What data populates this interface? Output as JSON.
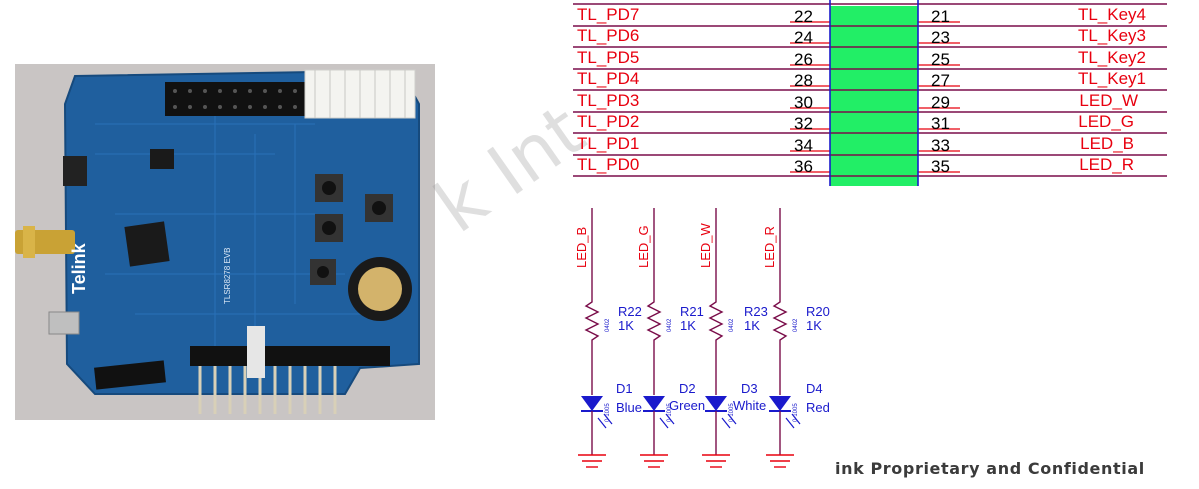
{
  "photo": {
    "board_brand": "Telink",
    "board_silk": "TLSR8278 EVB",
    "colors": {
      "pcb": "#1f5f9e",
      "background": "#c9c5c4",
      "header": "#111111",
      "connector": "#f4f4f0"
    }
  },
  "watermark": "k Int",
  "connector": {
    "left_rows": [
      {
        "net": "TL_PD7",
        "pin": "22"
      },
      {
        "net": "TL_PD6",
        "pin": "24"
      },
      {
        "net": "TL_PD5",
        "pin": "26"
      },
      {
        "net": "TL_PD4",
        "pin": "28"
      },
      {
        "net": "TL_PD3",
        "pin": "30"
      },
      {
        "net": "TL_PD2",
        "pin": "32"
      },
      {
        "net": "TL_PD1",
        "pin": "34"
      },
      {
        "net": "TL_PD0",
        "pin": "36"
      }
    ],
    "right_rows": [
      {
        "pin": "21",
        "net": "TL_Key4"
      },
      {
        "pin": "23",
        "net": "TL_Key3"
      },
      {
        "pin": "25",
        "net": "TL_Key2"
      },
      {
        "pin": "27",
        "net": "TL_Key1"
      },
      {
        "pin": "29",
        "net": "LED_W"
      },
      {
        "pin": "31",
        "net": "LED_G"
      },
      {
        "pin": "33",
        "net": "LED_B"
      },
      {
        "pin": "35",
        "net": "LED_R"
      }
    ],
    "colors": {
      "net_text": "#e8000f",
      "wire": "#7a0d4a",
      "body": "#22ee66",
      "outline": "#1a1acc"
    }
  },
  "leds": [
    {
      "net": "LED_B",
      "resistor": "R22",
      "value": "1K",
      "diode": "D1",
      "color_name": "Blue",
      "package": "0402"
    },
    {
      "net": "LED_G",
      "resistor": "R21",
      "value": "1K",
      "diode": "D2",
      "color_name": "Green",
      "package": "0402"
    },
    {
      "net": "LED_W",
      "resistor": "R23",
      "value": "1K",
      "diode": "D3",
      "color_name": "White",
      "package": "0402"
    },
    {
      "net": "LED_R",
      "resistor": "R20",
      "value": "1K",
      "diode": "D4",
      "color_name": "Red",
      "package": "0402"
    }
  ],
  "led_package": "0-1005",
  "footer": {
    "text": "ink Proprietary and Confidential"
  }
}
